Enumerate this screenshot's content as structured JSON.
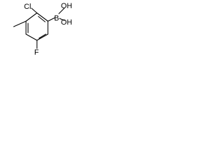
{
  "molecule": {
    "atoms": {
      "chlorine": "Cl",
      "fluorine": "F",
      "boron": "B",
      "hydroxyl_top": "OH",
      "hydroxyl_bottom": "OH"
    },
    "ring_type": "benzene",
    "ink_color": "#000000",
    "background_color": "#ffffff"
  }
}
